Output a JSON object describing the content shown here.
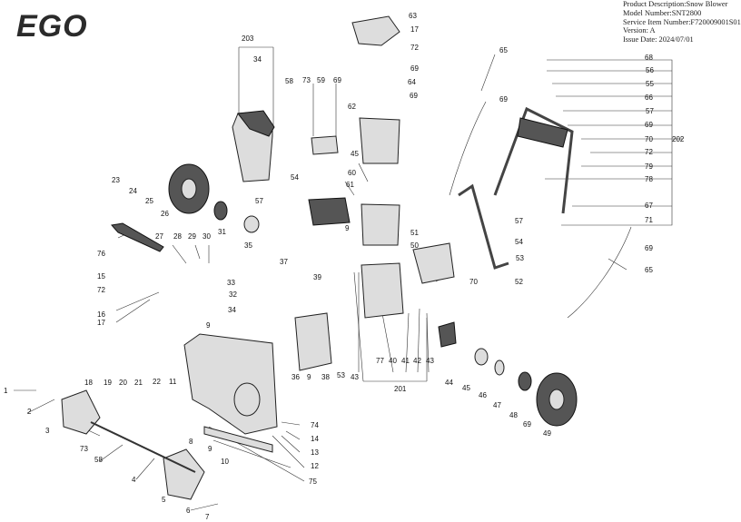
{
  "brand": {
    "logo_text": "EGO"
  },
  "info": {
    "product_description": "Product Description:Snow Blower",
    "model_number": "Model Number:SNT2800",
    "service_item_number": "Service Item Number:F720009001S01",
    "version": "Version: A",
    "issue_date": "Issue Date: 2024/07/01"
  },
  "callouts": [
    {
      "id": "c1",
      "label": "1"
    },
    {
      "id": "c2",
      "label": "2"
    },
    {
      "id": "c3",
      "label": "3"
    },
    {
      "id": "c4",
      "label": "4"
    },
    {
      "id": "c5",
      "label": "5"
    },
    {
      "id": "c6",
      "label": "6"
    },
    {
      "id": "c7",
      "label": "7"
    },
    {
      "id": "c8",
      "label": "8"
    },
    {
      "id": "c9a",
      "label": "9"
    },
    {
      "id": "c9b",
      "label": "9"
    },
    {
      "id": "c9c",
      "label": "9"
    },
    {
      "id": "c9d",
      "label": "9"
    },
    {
      "id": "c10",
      "label": "10"
    },
    {
      "id": "c11",
      "label": "11"
    },
    {
      "id": "c12",
      "label": "12"
    },
    {
      "id": "c13",
      "label": "13"
    },
    {
      "id": "c14",
      "label": "14"
    },
    {
      "id": "c15",
      "label": "15"
    },
    {
      "id": "c16",
      "label": "16"
    },
    {
      "id": "c17a",
      "label": "17"
    },
    {
      "id": "c17b",
      "label": "17"
    },
    {
      "id": "c18",
      "label": "18"
    },
    {
      "id": "c19",
      "label": "19"
    },
    {
      "id": "c20",
      "label": "20"
    },
    {
      "id": "c21",
      "label": "21"
    },
    {
      "id": "c22",
      "label": "22"
    },
    {
      "id": "c23",
      "label": "23"
    },
    {
      "id": "c24",
      "label": "24"
    },
    {
      "id": "c25",
      "label": "25"
    },
    {
      "id": "c26",
      "label": "26"
    },
    {
      "id": "c27",
      "label": "27"
    },
    {
      "id": "c28",
      "label": "28"
    },
    {
      "id": "c29",
      "label": "29"
    },
    {
      "id": "c30",
      "label": "30"
    },
    {
      "id": "c31",
      "label": "31"
    },
    {
      "id": "c32",
      "label": "32"
    },
    {
      "id": "c33",
      "label": "33"
    },
    {
      "id": "c34a",
      "label": "34"
    },
    {
      "id": "c34b",
      "label": "34"
    },
    {
      "id": "c35",
      "label": "35"
    },
    {
      "id": "c36",
      "label": "36"
    },
    {
      "id": "c37",
      "label": "37"
    },
    {
      "id": "c38",
      "label": "38"
    },
    {
      "id": "c39",
      "label": "39"
    },
    {
      "id": "c40",
      "label": "40"
    },
    {
      "id": "c41",
      "label": "41"
    },
    {
      "id": "c42",
      "label": "42"
    },
    {
      "id": "c43a",
      "label": "43"
    },
    {
      "id": "c43b",
      "label": "43"
    },
    {
      "id": "c44",
      "label": "44"
    },
    {
      "id": "c45a",
      "label": "45"
    },
    {
      "id": "c45b",
      "label": "45"
    },
    {
      "id": "c46",
      "label": "46"
    },
    {
      "id": "c47",
      "label": "47"
    },
    {
      "id": "c48",
      "label": "48"
    },
    {
      "id": "c49",
      "label": "49"
    },
    {
      "id": "c50",
      "label": "50"
    },
    {
      "id": "c51",
      "label": "51"
    },
    {
      "id": "c52",
      "label": "52"
    },
    {
      "id": "c53a",
      "label": "53"
    },
    {
      "id": "c53b",
      "label": "53"
    },
    {
      "id": "c54a",
      "label": "54"
    },
    {
      "id": "c54b",
      "label": "54"
    },
    {
      "id": "c55",
      "label": "55"
    },
    {
      "id": "c56",
      "label": "56"
    },
    {
      "id": "c57a",
      "label": "57"
    },
    {
      "id": "c57b",
      "label": "57"
    },
    {
      "id": "c57c",
      "label": "57"
    },
    {
      "id": "c58a",
      "label": "58"
    },
    {
      "id": "c58b",
      "label": "58"
    },
    {
      "id": "c59",
      "label": "59"
    },
    {
      "id": "c60",
      "label": "60"
    },
    {
      "id": "c61",
      "label": "61"
    },
    {
      "id": "c62",
      "label": "62"
    },
    {
      "id": "c63",
      "label": "63"
    },
    {
      "id": "c64",
      "label": "64"
    },
    {
      "id": "c65a",
      "label": "65"
    },
    {
      "id": "c65b",
      "label": "65"
    },
    {
      "id": "c66",
      "label": "66"
    },
    {
      "id": "c67",
      "label": "67"
    },
    {
      "id": "c68",
      "label": "68"
    },
    {
      "id": "c69a",
      "label": "69"
    },
    {
      "id": "c69b",
      "label": "69"
    },
    {
      "id": "c69c",
      "label": "69"
    },
    {
      "id": "c69d",
      "label": "69"
    },
    {
      "id": "c69e",
      "label": "69"
    },
    {
      "id": "c69f",
      "label": "69"
    },
    {
      "id": "c69g",
      "label": "69"
    },
    {
      "id": "c70a",
      "label": "70"
    },
    {
      "id": "c70b",
      "label": "70"
    },
    {
      "id": "c71",
      "label": "71"
    },
    {
      "id": "c72a",
      "label": "72"
    },
    {
      "id": "c72b",
      "label": "72"
    },
    {
      "id": "c72c",
      "label": "72"
    },
    {
      "id": "c73a",
      "label": "73"
    },
    {
      "id": "c73b",
      "label": "73"
    },
    {
      "id": "c74",
      "label": "74"
    },
    {
      "id": "c75",
      "label": "75"
    },
    {
      "id": "c76",
      "label": "76"
    },
    {
      "id": "c77",
      "label": "77"
    },
    {
      "id": "c78",
      "label": "78"
    },
    {
      "id": "c79",
      "label": "79"
    },
    {
      "id": "c201",
      "label": "201"
    },
    {
      "id": "c202",
      "label": "202"
    },
    {
      "id": "c203",
      "label": "203"
    }
  ]
}
